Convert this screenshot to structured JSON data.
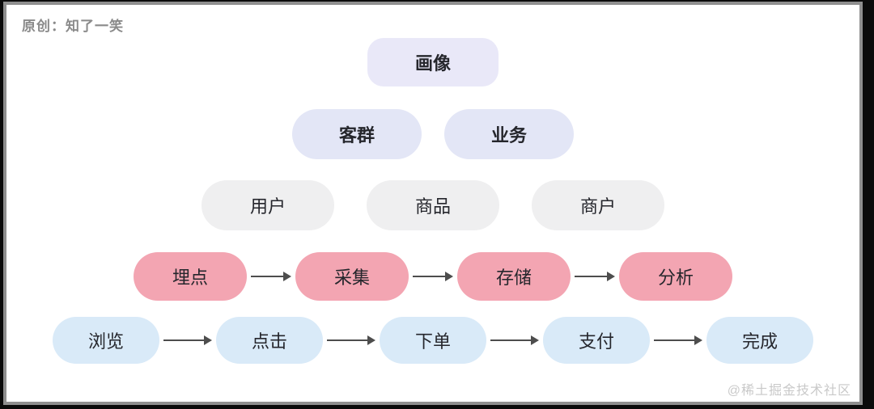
{
  "frame": {
    "attribution": "原创：知了一笑",
    "watermark": "@稀土掘金技术社区"
  },
  "colors": {
    "lavender_top": "#e9e8f8",
    "lavender": "#e3e6f6",
    "gray": "#efeff0",
    "pink": "#f3a5b2",
    "blue": "#d9eaf8",
    "arrow": "#4d4d4d"
  },
  "diagram": {
    "rows": [
      {
        "name": "profile-layer",
        "nodes": [
          "画像"
        ]
      },
      {
        "name": "segment-layer",
        "nodes": [
          "客群",
          "业务"
        ]
      },
      {
        "name": "entity-layer",
        "nodes": [
          "用户",
          "商品",
          "商户"
        ]
      },
      {
        "name": "data-pipeline",
        "nodes": [
          "埋点",
          "采集",
          "存储",
          "分析"
        ]
      },
      {
        "name": "user-journey",
        "nodes": [
          "浏览",
          "点击",
          "下单",
          "支付",
          "完成"
        ]
      }
    ]
  }
}
